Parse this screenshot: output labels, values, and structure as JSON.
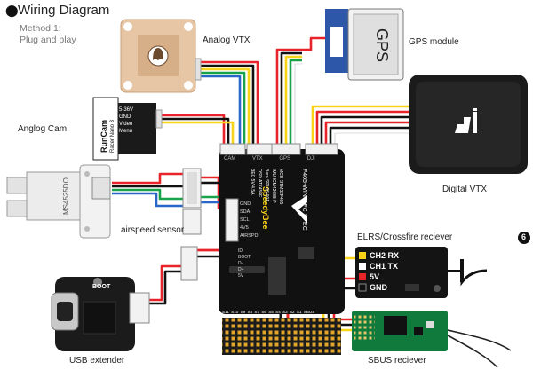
{
  "title": "Wiring Diagram",
  "method_line1": "Method 1:",
  "method_line2": "Plug and play",
  "labels": {
    "analog_vtx": "Analog VTX",
    "gps_module": "GPS module",
    "anglog_cam": "Anglog Cam",
    "airspeed_sensor": "airspeed sensor",
    "digital_vtx": "Digital VTX",
    "elrs_receiver": "ELRS/Crossfire reciever",
    "usb_extender": "USB extender",
    "sbus_receiver": "SBUS reciever"
  },
  "gps_text": "GPS",
  "camera_brand": "RunCam",
  "camera_model": "Racer Nano 3",
  "camera_pins": [
    "5-36V",
    "GND",
    "Video",
    "Menu"
  ],
  "sensor_text": "MS4525DO",
  "boot_text": "BOOT",
  "elrs_pins": [
    "CH2 RX",
    "CH1 TX",
    "5V",
    "GND"
  ],
  "page_number": "6",
  "fc_text": {
    "vendor": "SpeedyBee",
    "model": "F405-WING FC SPEC",
    "port_labels": [
      "CAM",
      "VTX",
      "GPS",
      "DJI"
    ],
    "i2c_pins": [
      "GND",
      "SDA",
      "SCL",
      "4V5",
      "AIRSPD"
    ],
    "usb_pins": [
      "ID",
      "BOOT",
      "D-",
      "D+",
      "5V"
    ],
    "servo_labels": [
      "S11",
      "S10",
      "S9",
      "S8",
      "S7",
      "S6",
      "S5",
      "S4",
      "S3",
      "S2",
      "S1",
      "SBUS"
    ],
    "spec_rows": [
      "MCU",
      "STM32F405",
      "IMU",
      "ICM42688-P",
      "Baro",
      "SPL06-001",
      "OSD",
      "AT7456E",
      "BEC",
      "5V 4.5A"
    ]
  },
  "colors": {
    "red": "#e8232a",
    "black": "#111111",
    "yellow": "#f7d417",
    "green": "#18a34a",
    "blue": "#2867c7",
    "white": "#ffffff",
    "fc_body": "#111111",
    "elrs_body": "#141414",
    "sbus_body": "#0f7a3c",
    "vtx_body": "#e7c6a6",
    "gps_body": "#2d57a8"
  },
  "icons": [
    "wiring-icon",
    "dji-logo-icon",
    "ghost-logo-icon",
    "antenna-icon"
  ]
}
